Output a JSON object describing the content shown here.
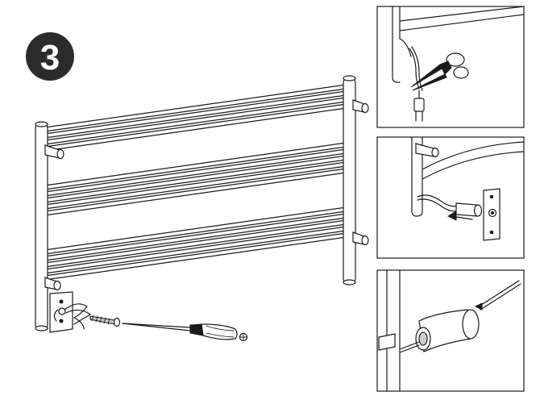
{
  "step": {
    "number": "3",
    "badge_color": "#2b2b2b",
    "text_color": "#ffffff"
  },
  "colors": {
    "line": "#1a1a1a",
    "panel_border": "#1a1a1a",
    "metal_fill": "#cfcfcf"
  },
  "icons": {
    "main": "heated-towel-rail-mounting",
    "panel_1": "scissors-cutting-cord",
    "panel_2": "wire-into-junction-box",
    "panel_3": "screwdriver-set-screw"
  }
}
